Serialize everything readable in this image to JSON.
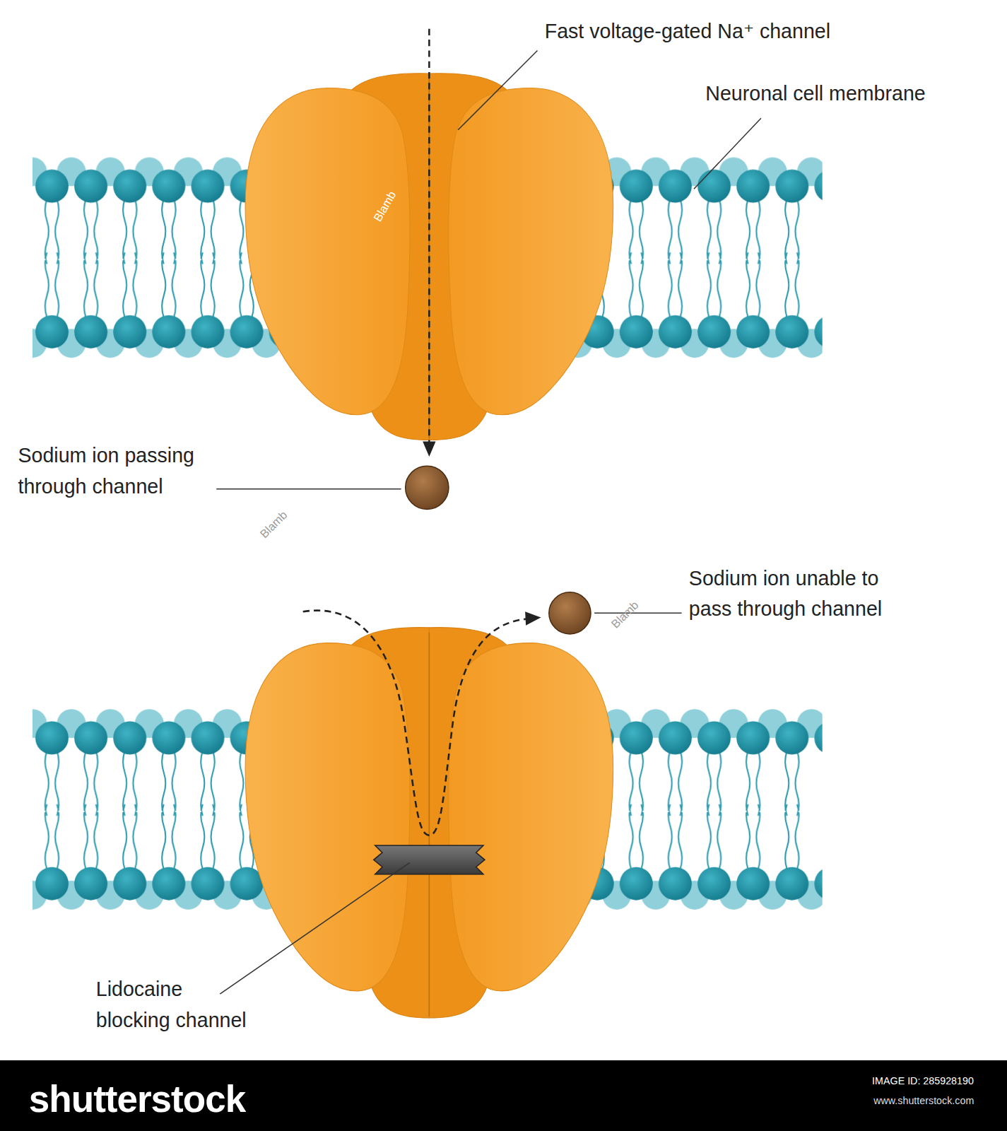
{
  "diagram": {
    "labels": [
      "Fast voltage-gated Na⁺ channel",
      "Neuronal cell membrane",
      "Sodium ion passing through channel",
      "Sodium ion unable to pass through channel",
      "Lidocaine blocking channel",
      "shutterstock",
      "IMAGE ID: 285928190",
      "www.shutterstock.com",
      "Blamb",
      "Blamb",
      "Blamb"
    ]
  }
}
